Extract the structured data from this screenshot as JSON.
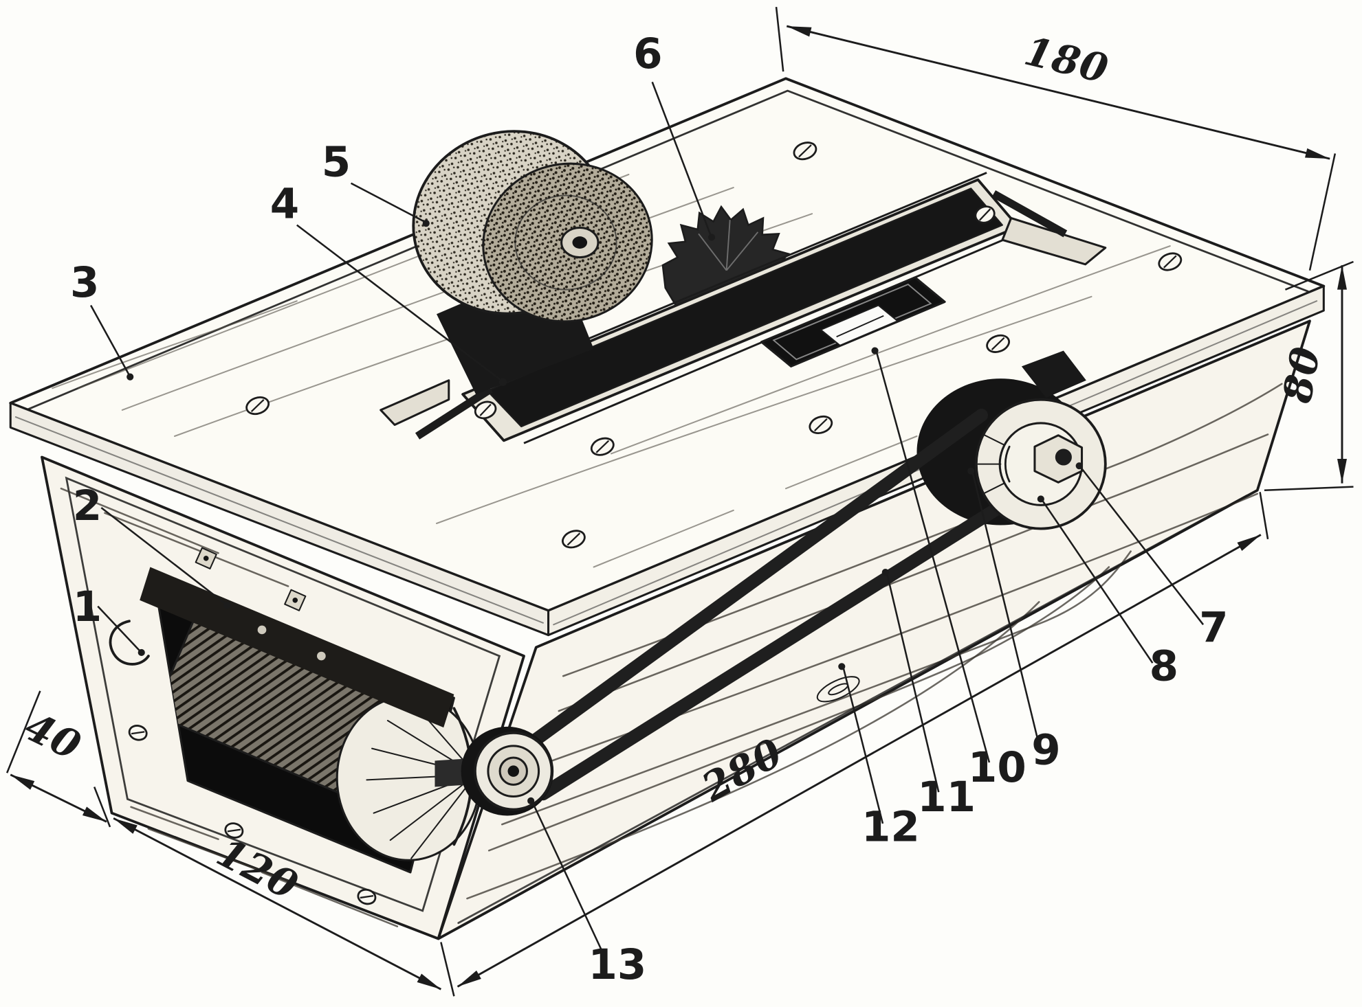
{
  "figure": {
    "type": "technical-illustration",
    "colors": {
      "ink": "#1c1c1c",
      "paper": "#fdfdfa",
      "wood": "#f7f4ec",
      "metal_dark": "#161616",
      "wheel_gray": "#b3ac9a"
    }
  },
  "callouts": [
    {
      "label": "1"
    },
    {
      "label": "2"
    },
    {
      "label": "3"
    },
    {
      "label": "4"
    },
    {
      "label": "5"
    },
    {
      "label": "6"
    },
    {
      "label": "7"
    },
    {
      "label": "8"
    },
    {
      "label": "9"
    },
    {
      "label": "10"
    },
    {
      "label": "11"
    },
    {
      "label": "12"
    },
    {
      "label": "13"
    }
  ],
  "dimensions": {
    "top_width": {
      "label": "180"
    },
    "right_height": {
      "label": "80"
    },
    "front_length": {
      "label": "280"
    },
    "left_depth": {
      "label": "120"
    },
    "left_offset": {
      "label": "40"
    }
  }
}
